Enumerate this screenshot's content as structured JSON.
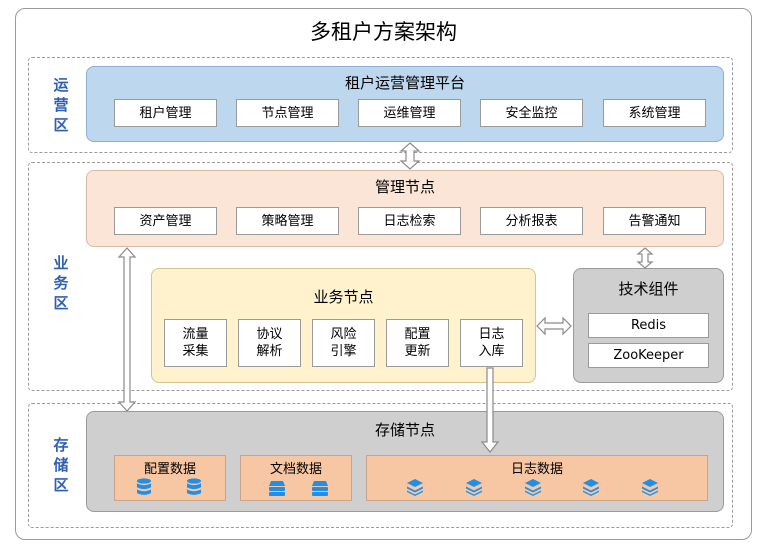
{
  "title": "多租户方案架构",
  "zones": {
    "ops": "运营区",
    "business": "业务区",
    "storage": "存储区"
  },
  "ops_platform": {
    "title": "租户运营管理平台",
    "items": [
      "租户管理",
      "节点管理",
      "运维管理",
      "安全监控",
      "系统管理"
    ]
  },
  "mgmt_node": {
    "title": "管理节点",
    "items": [
      "资产管理",
      "策略管理",
      "日志检索",
      "分析报表",
      "告警通知"
    ]
  },
  "business_node": {
    "title": "业务节点",
    "items": [
      {
        "line1": "流量",
        "line2": "采集"
      },
      {
        "line1": "协议",
        "line2": "解析"
      },
      {
        "line1": "风险",
        "line2": "引擎"
      },
      {
        "line1": "配置",
        "line2": "更新"
      },
      {
        "line1": "日志",
        "line2": "入库"
      }
    ]
  },
  "tech_components": {
    "title": "技术组件",
    "items": [
      "Redis",
      "ZooKeeper"
    ]
  },
  "storage_node": {
    "title": "存储节点",
    "stores": [
      "配置数据",
      "文档数据",
      "日志数据"
    ]
  },
  "colors": {
    "ops_panel": "#bdd7ee",
    "ops_panel_border": "#8eaed3",
    "mgmt_panel": "#fbe5d6",
    "mgmt_panel_border": "#d9b9a6",
    "business_panel": "#fff2cc",
    "business_panel_border": "#d6c38f",
    "gray_panel": "#cfcfcf",
    "store_fill": "#f7c6a2",
    "icon_blue": "#1f8fe8",
    "zone_label": "#2f5fb3"
  }
}
